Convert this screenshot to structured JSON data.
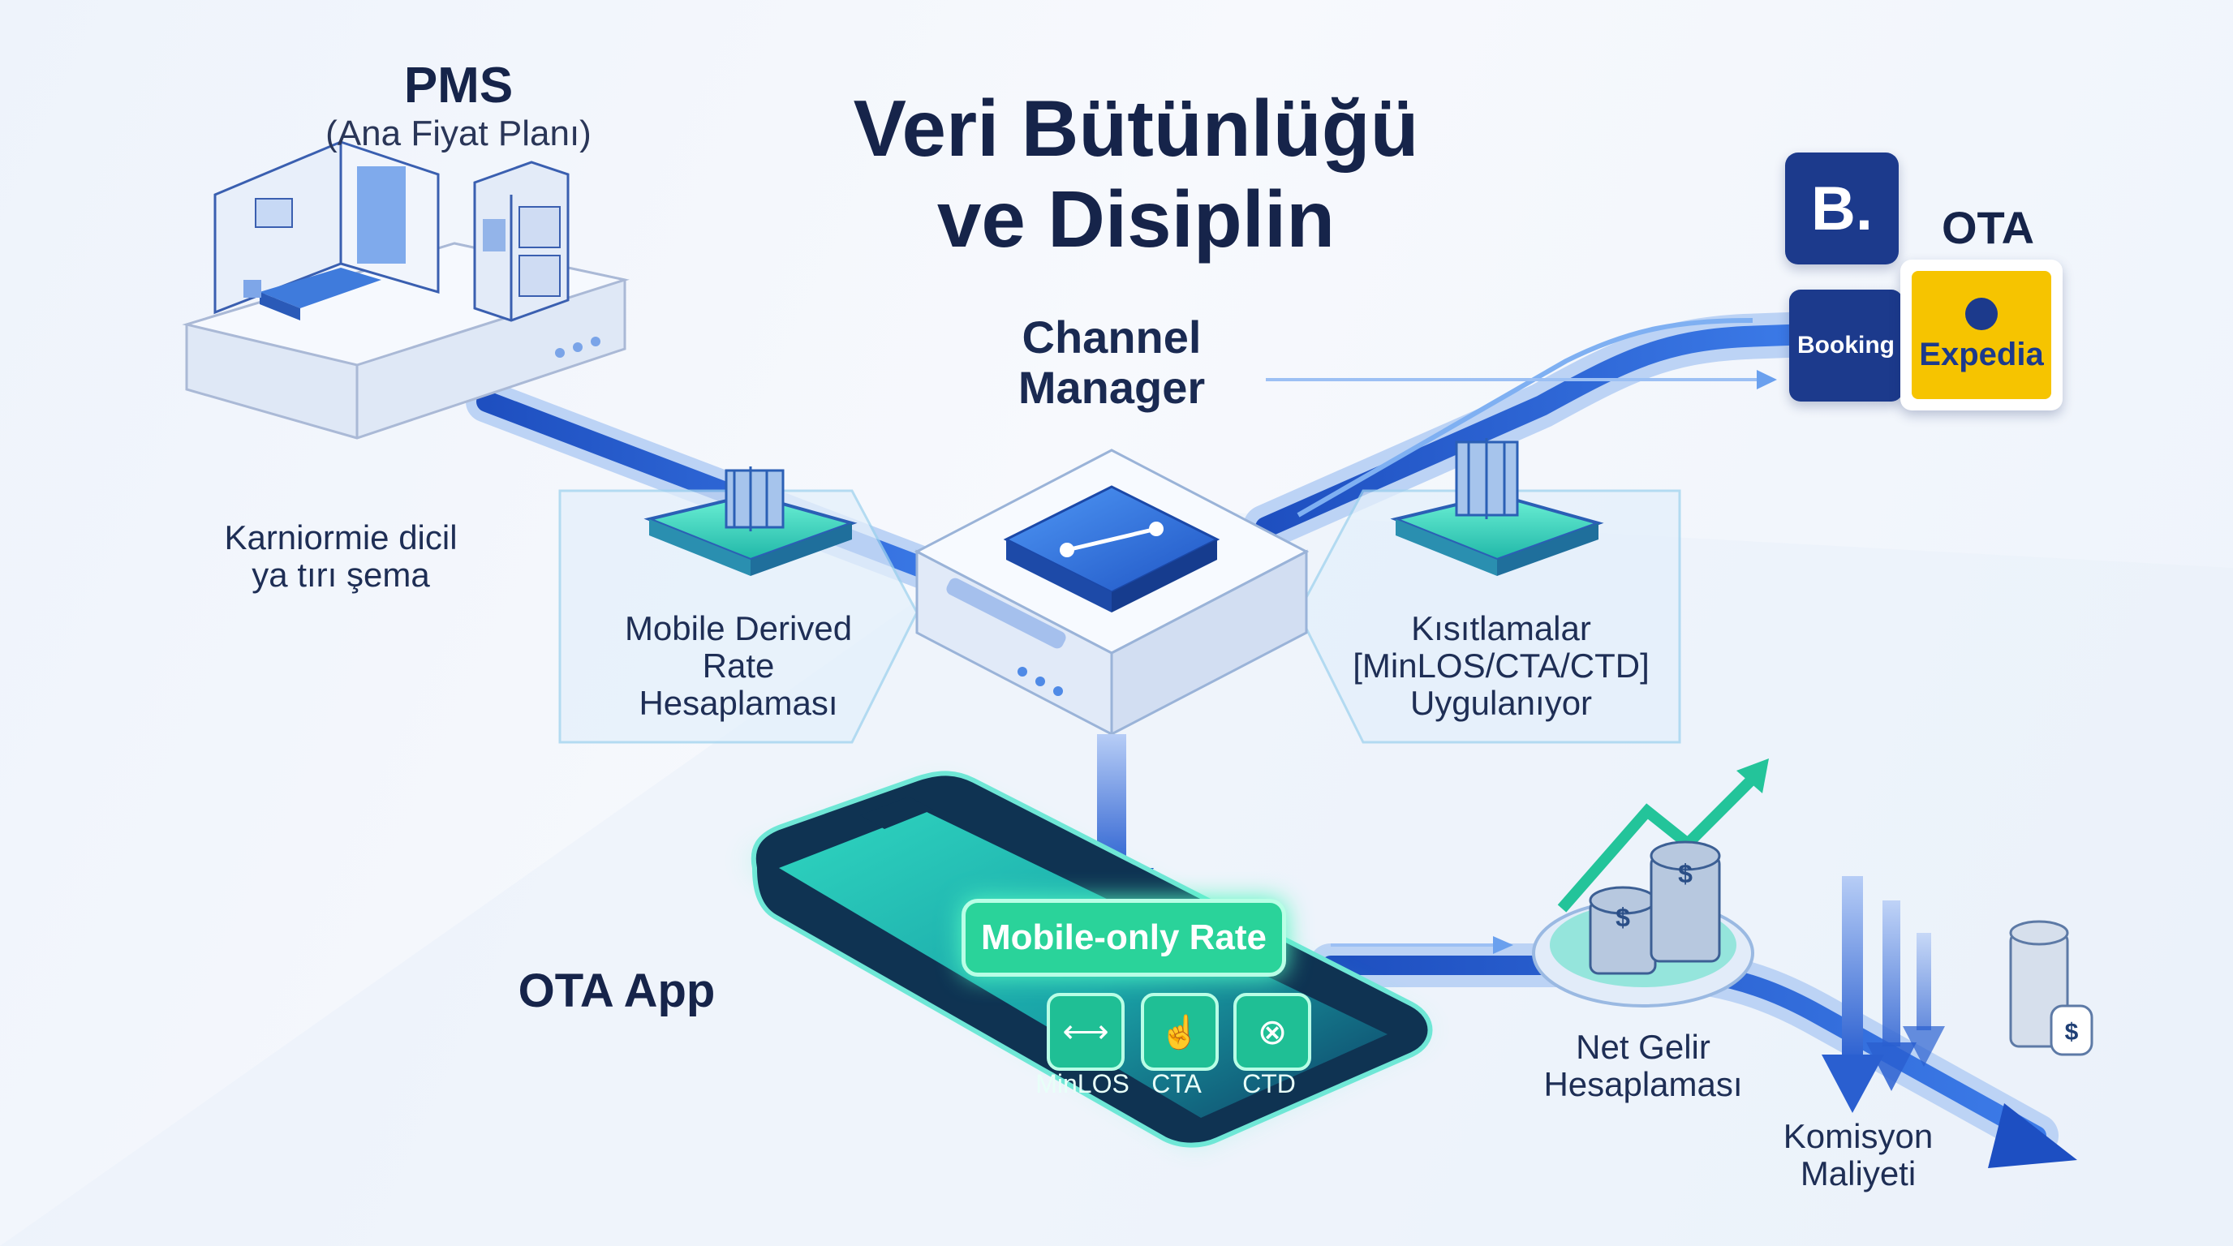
{
  "title": "Veri Bütünlüğü ve Disiplin",
  "pms": {
    "label": "PMS",
    "sublabel": "(Ana Fiyat Planı)"
  },
  "pms_note": "Karniormie dicil ya tırı şema",
  "channel_manager": {
    "label": "Channel Manager"
  },
  "ota": {
    "label": "OTA",
    "booking_logo": "B.",
    "booking_name": "Booking",
    "expedia_name": "Expedia"
  },
  "derived_rate": {
    "label": "Mobile Derived Rate Hesaplaması"
  },
  "restrictions": {
    "label": "Kısıtlamalar [MinLOS/CTA/CTD] Uygulanıyor"
  },
  "ota_app": {
    "label": "OTA App"
  },
  "phone": {
    "rate_label": "Mobile-only Rate",
    "controls": [
      "MinLOS",
      "CTA",
      "CTD"
    ]
  },
  "net_income": {
    "label": "Net Gelir Hesaplaması"
  },
  "commission": {
    "label": "Komisyon Maliyeti"
  },
  "colors": {
    "navy": "#16244a",
    "flow_blue": "#2b5fcf",
    "glow_green": "#22e0a0",
    "booking": "#1c3a8c",
    "expedia": "#f6c400"
  }
}
